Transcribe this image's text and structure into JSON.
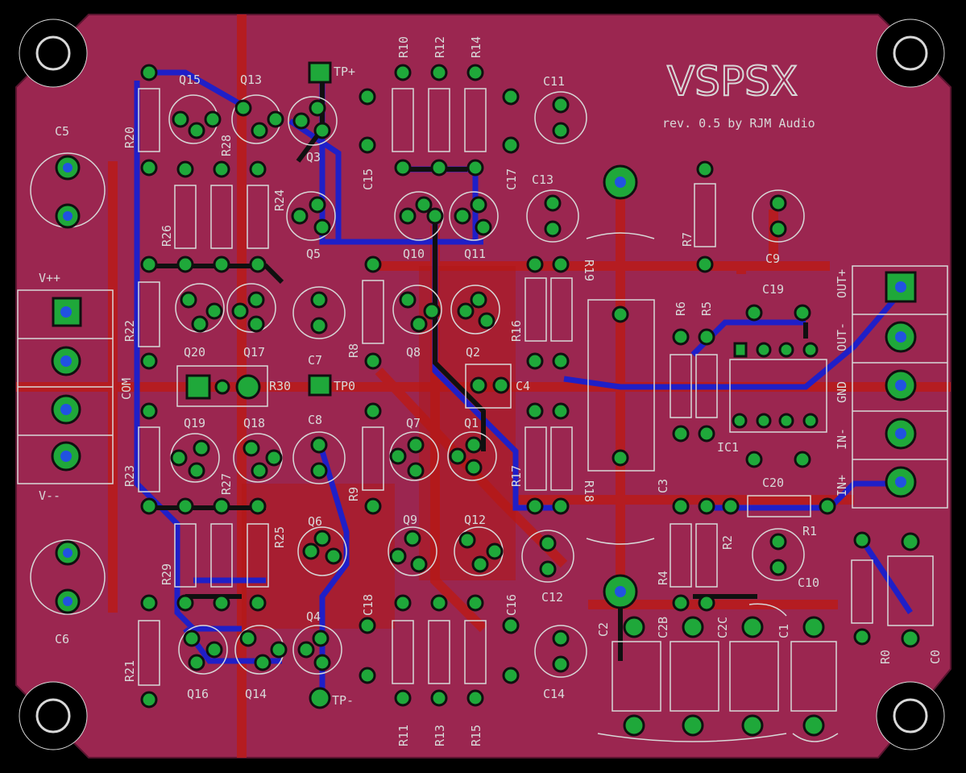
{
  "title": "VSPSX",
  "subtitle": "rev. 0.5 by RJM Audio",
  "colors": {
    "background": "#000000",
    "board": "#9b2650",
    "copper_bottom": "#1f1fc8",
    "copper_top": "#b01818",
    "pad": "#1fa83a",
    "silk": "#d8d8d8"
  },
  "labels": [
    {
      "id": "Q15",
      "text": "Q15"
    },
    {
      "id": "Q13",
      "text": "Q13"
    },
    {
      "id": "TPP",
      "text": "TP+"
    },
    {
      "id": "R10",
      "text": "R10"
    },
    {
      "id": "R12",
      "text": "R12"
    },
    {
      "id": "R14",
      "text": "R14"
    },
    {
      "id": "C11",
      "text": "C11"
    },
    {
      "id": "C5",
      "text": "C5"
    },
    {
      "id": "R20",
      "text": "R20"
    },
    {
      "id": "R28",
      "text": "R28"
    },
    {
      "id": "Q3",
      "text": "Q3"
    },
    {
      "id": "C15",
      "text": "C15"
    },
    {
      "id": "C17",
      "text": "C17"
    },
    {
      "id": "C13",
      "text": "C13"
    },
    {
      "id": "R24",
      "text": "R24"
    },
    {
      "id": "R26",
      "text": "R26"
    },
    {
      "id": "Q5",
      "text": "Q5"
    },
    {
      "id": "Q10",
      "text": "Q10"
    },
    {
      "id": "Q11",
      "text": "Q11"
    },
    {
      "id": "R7",
      "text": "R7"
    },
    {
      "id": "C9",
      "text": "C9"
    },
    {
      "id": "VPP",
      "text": "V++"
    },
    {
      "id": "R19",
      "text": "R19"
    },
    {
      "id": "C19",
      "text": "C19"
    },
    {
      "id": "R22",
      "text": "R22"
    },
    {
      "id": "R16",
      "text": "R16"
    },
    {
      "id": "R6",
      "text": "R6"
    },
    {
      "id": "R5",
      "text": "R5"
    },
    {
      "id": "OUTP",
      "text": "OUT+"
    },
    {
      "id": "OUTM",
      "text": "OUT-"
    },
    {
      "id": "GND",
      "text": "GND"
    },
    {
      "id": "INM",
      "text": "IN-"
    },
    {
      "id": "INP",
      "text": "IN+"
    },
    {
      "id": "Q20",
      "text": "Q20"
    },
    {
      "id": "Q17",
      "text": "Q17"
    },
    {
      "id": "C7",
      "text": "C7"
    },
    {
      "id": "R8",
      "text": "R8"
    },
    {
      "id": "Q8",
      "text": "Q8"
    },
    {
      "id": "Q2",
      "text": "Q2"
    },
    {
      "id": "COM",
      "text": "COM"
    },
    {
      "id": "R30",
      "text": "R30"
    },
    {
      "id": "TP0",
      "text": "TP0"
    },
    {
      "id": "C4",
      "text": "C4"
    },
    {
      "id": "Q19",
      "text": "Q19"
    },
    {
      "id": "Q18",
      "text": "Q18"
    },
    {
      "id": "C8",
      "text": "C8"
    },
    {
      "id": "Q7",
      "text": "Q7"
    },
    {
      "id": "Q1",
      "text": "Q1"
    },
    {
      "id": "IC1",
      "text": "IC1"
    },
    {
      "id": "R17",
      "text": "R17"
    },
    {
      "id": "C20",
      "text": "C20"
    },
    {
      "id": "R23",
      "text": "R23"
    },
    {
      "id": "R27",
      "text": "R27"
    },
    {
      "id": "R9",
      "text": "R9"
    },
    {
      "id": "R18",
      "text": "R18"
    },
    {
      "id": "C3",
      "text": "C3"
    },
    {
      "id": "VMM",
      "text": "V--"
    },
    {
      "id": "R25",
      "text": "R25"
    },
    {
      "id": "Q6",
      "text": "Q6"
    },
    {
      "id": "Q9",
      "text": "Q9"
    },
    {
      "id": "Q12",
      "text": "Q12"
    },
    {
      "id": "R1",
      "text": "R1"
    },
    {
      "id": "R2",
      "text": "R2"
    },
    {
      "id": "R4",
      "text": "R4"
    },
    {
      "id": "R29",
      "text": "R29"
    },
    {
      "id": "C12",
      "text": "C12"
    },
    {
      "id": "C10",
      "text": "C10"
    },
    {
      "id": "C18",
      "text": "C18"
    },
    {
      "id": "C16",
      "text": "C16"
    },
    {
      "id": "Q4",
      "text": "Q4"
    },
    {
      "id": "C2",
      "text": "C2"
    },
    {
      "id": "C2B",
      "text": "C2B"
    },
    {
      "id": "C2C",
      "text": "C2C"
    },
    {
      "id": "C1",
      "text": "C1"
    },
    {
      "id": "C6",
      "text": "C6"
    },
    {
      "id": "R21",
      "text": "R21"
    },
    {
      "id": "R0",
      "text": "R0"
    },
    {
      "id": "C0",
      "text": "C0"
    },
    {
      "id": "Q16",
      "text": "Q16"
    },
    {
      "id": "Q14",
      "text": "Q14"
    },
    {
      "id": "C14",
      "text": "C14"
    },
    {
      "id": "TPM",
      "text": "TP-"
    },
    {
      "id": "R11",
      "text": "R11"
    },
    {
      "id": "R13",
      "text": "R13"
    },
    {
      "id": "R15",
      "text": "R15"
    }
  ]
}
